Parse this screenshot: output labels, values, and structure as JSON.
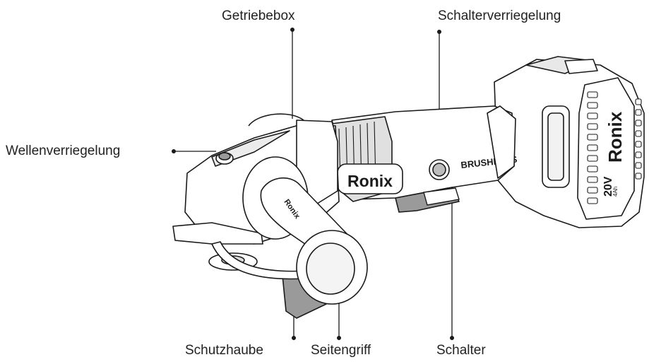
{
  "labels": {
    "getriebebox": "Getriebebox",
    "schalterverriegelung": "Schalterverriegelung",
    "wellenverriegelung": "Wellenverriegelung",
    "schutzhaube": "Schutzhaube",
    "seitengriff": "Seitengriff",
    "schalter": "Schalter"
  },
  "branding": {
    "body_logo": "Ronix",
    "handle_logo": "Ronix",
    "body_motor": "BRUSHLESS",
    "battery_logo": "Ronix",
    "battery_voltage": "20V",
    "battery_capacity": "4Ah"
  },
  "colors": {
    "outline": "#1a1a1a",
    "body_gray": "#9a9a9a",
    "light_gray": "#dadada",
    "label_text": "#222222"
  }
}
